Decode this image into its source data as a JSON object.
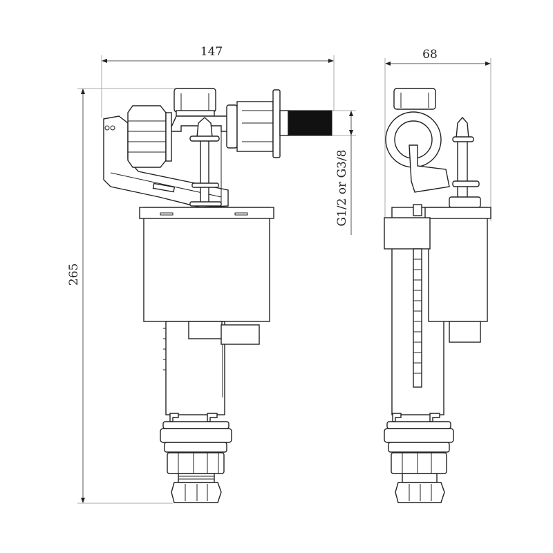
{
  "dimensions": {
    "front_width": "147",
    "side_width": "68",
    "height": "265",
    "thread": "G1/2 or G3/8"
  },
  "colors": {
    "line": "#222222",
    "dimension": "#555555",
    "thread_fill": "#111111"
  }
}
